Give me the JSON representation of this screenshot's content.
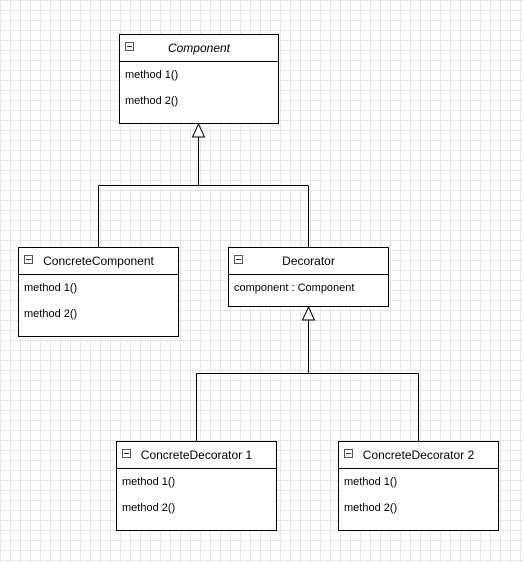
{
  "diagram": {
    "component": {
      "name": "Component",
      "members": [
        "method 1()",
        "method 2()"
      ]
    },
    "concrete_component": {
      "name": "ConcreteComponent",
      "members": [
        "method 1()",
        "method 2()"
      ]
    },
    "decorator": {
      "name": "Decorator",
      "members": [
        "component : Component"
      ]
    },
    "concrete_decorator_1": {
      "name": "ConcreteDecorator 1",
      "members": [
        "method 1()",
        "method 2()"
      ]
    },
    "concrete_decorator_2": {
      "name": "ConcreteDecorator 2",
      "members": [
        "method 1()",
        "method 2()"
      ]
    }
  }
}
